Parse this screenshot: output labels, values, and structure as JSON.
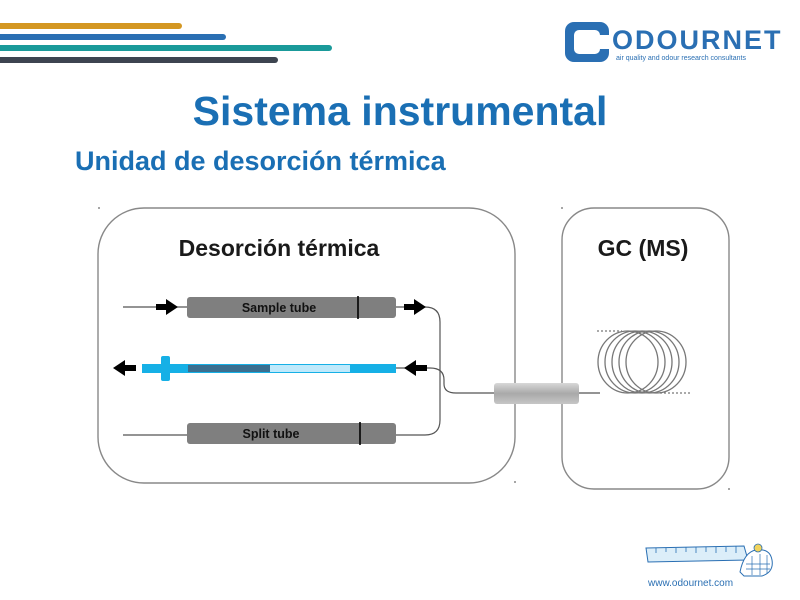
{
  "slide": {
    "title": "Sistema instrumental",
    "subtitle": "Unidad de desorción térmica"
  },
  "logo": {
    "name": "ODOURNET",
    "tagline": "air quality and odour research consultants"
  },
  "diagram": {
    "left_box_title": "Desorción térmica",
    "right_box_title": "GC (MS)",
    "sample_tube_label": "Sample tube",
    "split_tube_label": "Split tube"
  },
  "footer": {
    "url": "www.odournet.com"
  },
  "colors": {
    "accent_blue": "#1a6fb4",
    "stripe_gold": "#d49722",
    "stripe_blue": "#2a6fb3",
    "stripe_teal": "#1a9a9a",
    "stripe_dark": "#3d4450",
    "cyan_trap": "#16b0e6"
  }
}
